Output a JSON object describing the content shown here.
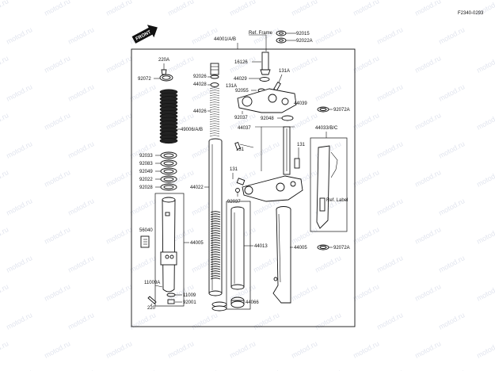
{
  "diagram": {
    "code": "F2340-0293",
    "front_label": "FRONT",
    "watermark": "motod.ru",
    "ref_frame": "Ref. Frame",
    "ref_label": "Ref. Label",
    "parts": {
      "p92015": "92015",
      "p92022A": "92022A",
      "p44001": "44001/A/B",
      "p220A": "220A",
      "p92072": "92072",
      "p92026": "92026",
      "p44028": "44028",
      "p131A_a": "131A",
      "p16126": "16126",
      "p44029": "44029",
      "p131A_b": "131A",
      "p92055": "92055",
      "p44039": "44039",
      "p92072A_a": "92072A",
      "p44026": "44026",
      "p92037_a": "92037",
      "p92048": "92048",
      "p49006": "49006/A/B",
      "p44037": "44037",
      "p131_a": "131",
      "p131_b": "131",
      "p44033": "44033/B/C",
      "p92033": "92033",
      "p92083": "92083",
      "p92049": "92049",
      "p92022": "92022",
      "p92028": "92028",
      "p131_c": "131",
      "p44022": "44022",
      "p92037_b": "92037",
      "p56040": "56040",
      "p44005_a": "44005",
      "p44013": "44013",
      "p44005_b": "44005",
      "p92072A_b": "92072A",
      "p11009A": "11009A",
      "p11009": "11009",
      "p220": "220",
      "p92001": "92001",
      "p44066": "44066"
    }
  }
}
